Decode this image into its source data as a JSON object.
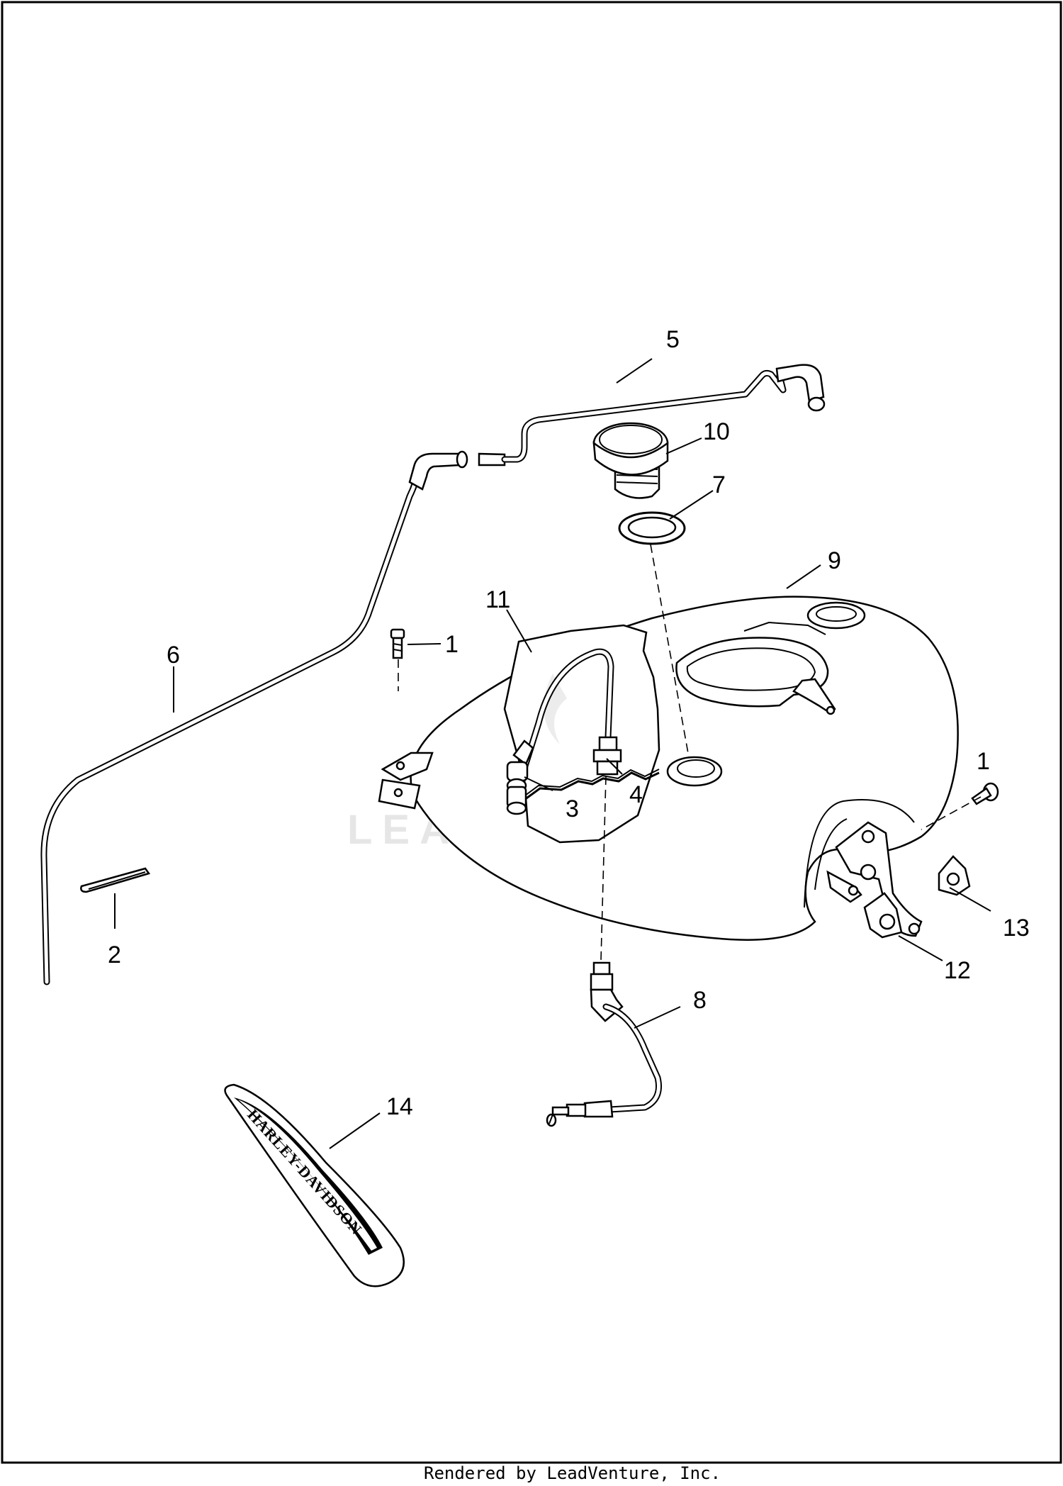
{
  "diagram": {
    "callouts": [
      {
        "id": "c5",
        "label": "5"
      },
      {
        "id": "c10",
        "label": "10"
      },
      {
        "id": "c7",
        "label": "7"
      },
      {
        "id": "c9",
        "label": "9"
      },
      {
        "id": "c11",
        "label": "11"
      },
      {
        "id": "c1a",
        "label": "1"
      },
      {
        "id": "c6",
        "label": "6"
      },
      {
        "id": "c1b",
        "label": "1"
      },
      {
        "id": "c3",
        "label": "3"
      },
      {
        "id": "c4",
        "label": "4"
      },
      {
        "id": "c2",
        "label": "2"
      },
      {
        "id": "c13",
        "label": "13"
      },
      {
        "id": "c12",
        "label": "12"
      },
      {
        "id": "c8",
        "label": "8"
      },
      {
        "id": "c14",
        "label": "14"
      }
    ],
    "emblem_text": "HARLEY-DAVIDSON",
    "watermark": "LEADVENTURE",
    "footer": "Rendered by LeadVenture, Inc."
  }
}
